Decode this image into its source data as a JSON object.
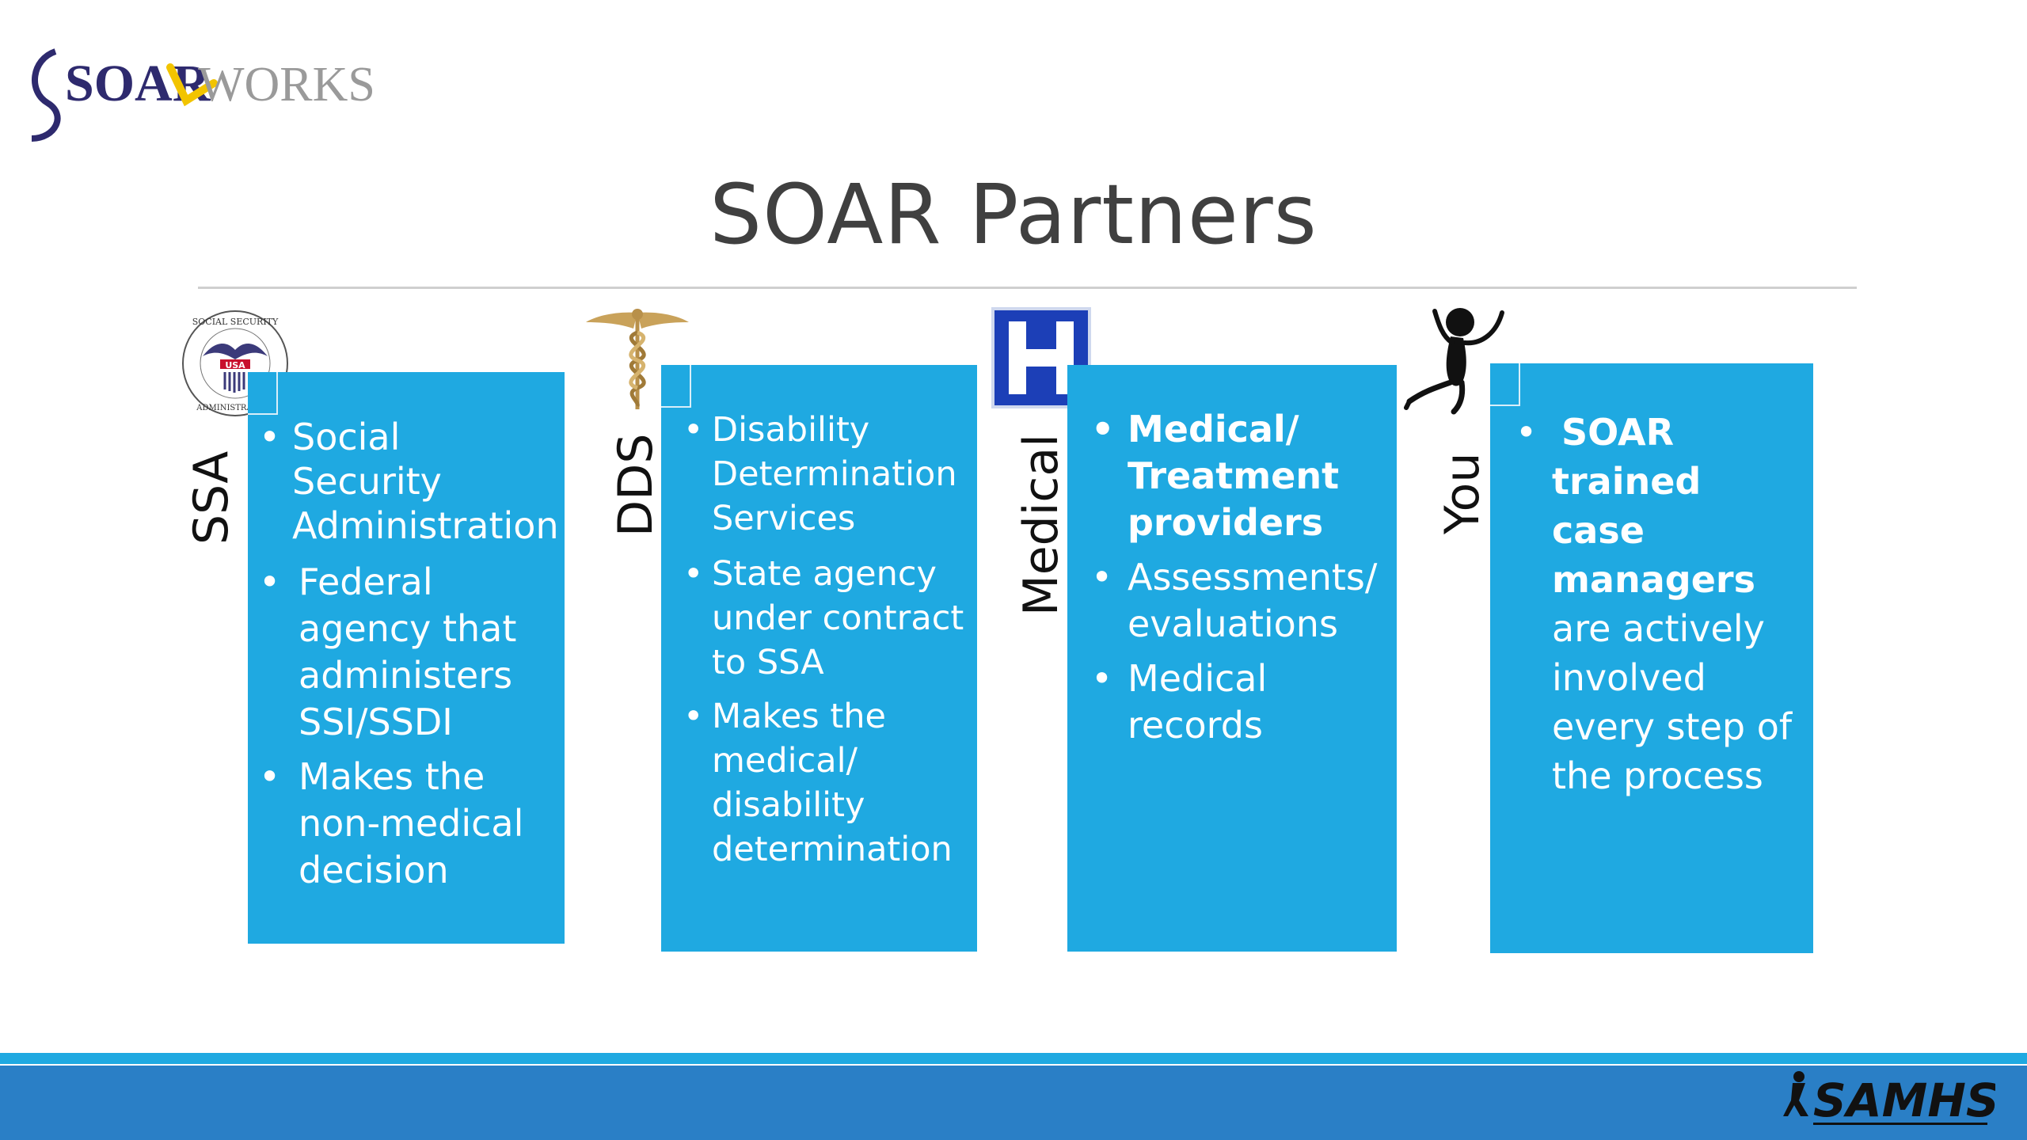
{
  "logo": {
    "text_primary": "SOAR",
    "text_secondary": "WORKS"
  },
  "title": "SOAR Partners",
  "columns": [
    {
      "side_label": "SSA",
      "items": [
        {
          "text": "Social Security Administration"
        },
        {
          "text": "Federal agency that administers SSI/SSDI"
        },
        {
          "text": "Makes the non-medical decision"
        }
      ]
    },
    {
      "side_label": "DDS",
      "items": [
        {
          "text": "Disability Determination Services"
        },
        {
          "text": "State agency under contract to SSA"
        },
        {
          "text": "Makes the medical/ disability determination"
        }
      ]
    },
    {
      "side_label": "Medical",
      "items": [
        {
          "text": "Medical/ Treatment providers"
        },
        {
          "text": "Assessments/ evaluations"
        },
        {
          "text": "Medical records"
        }
      ]
    },
    {
      "side_label": "You",
      "items": [
        {
          "text_bold": "SOAR trained case managers",
          "text_rest": "are actively involved every step of the process"
        }
      ]
    }
  ],
  "ssa_seal": {
    "center_text": "USA",
    "ring_top": "SOCIAL SECURITY",
    "ring_bottom": "ADMINISTRATION"
  },
  "footer": {
    "brand": "SAMHSA"
  },
  "colors": {
    "panel": "#1fa9e1",
    "footer": "#2a7fc6",
    "title": "#404040"
  }
}
